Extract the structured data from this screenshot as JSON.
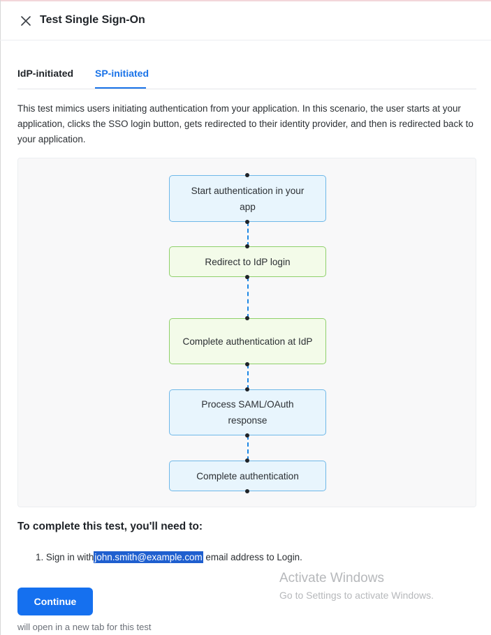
{
  "header": {
    "title": "Test Single Sign-On",
    "close_icon": "close-icon"
  },
  "tabs": [
    {
      "label": "IdP-initiated",
      "active": false
    },
    {
      "label": "SP-initiated",
      "active": true
    }
  ],
  "description": "This test mimics users initiating authentication from your application. In this scenario, the user starts at your application, clicks the SSO login button, gets redirected to their identity provider, and then is redirected back to your application.",
  "diagram": {
    "steps": [
      {
        "label": "Start authentication in your app",
        "color": "blue"
      },
      {
        "label": "Redirect to IdP login",
        "color": "green"
      },
      {
        "label": "Complete authentication at IdP",
        "color": "green"
      },
      {
        "label": "Process SAML/OAuth response",
        "color": "blue"
      },
      {
        "label": "Complete authentication",
        "color": "blue"
      }
    ]
  },
  "requirements": {
    "heading": "To complete this test, you'll need to:",
    "item_number": "1.",
    "item_prefix": "Sign in with",
    "email": "john.smith@example.com",
    "item_suffix": "email address to Login."
  },
  "watermark": {
    "title": "Activate Windows",
    "subtitle": "Go to Settings to activate Windows."
  },
  "continue_label": "Continue",
  "footnote": "will open in a new tab for this test",
  "colors": {
    "accent": "#1570ef",
    "tab_active": "#1a73e8",
    "highlight": "#1f5fcf"
  }
}
